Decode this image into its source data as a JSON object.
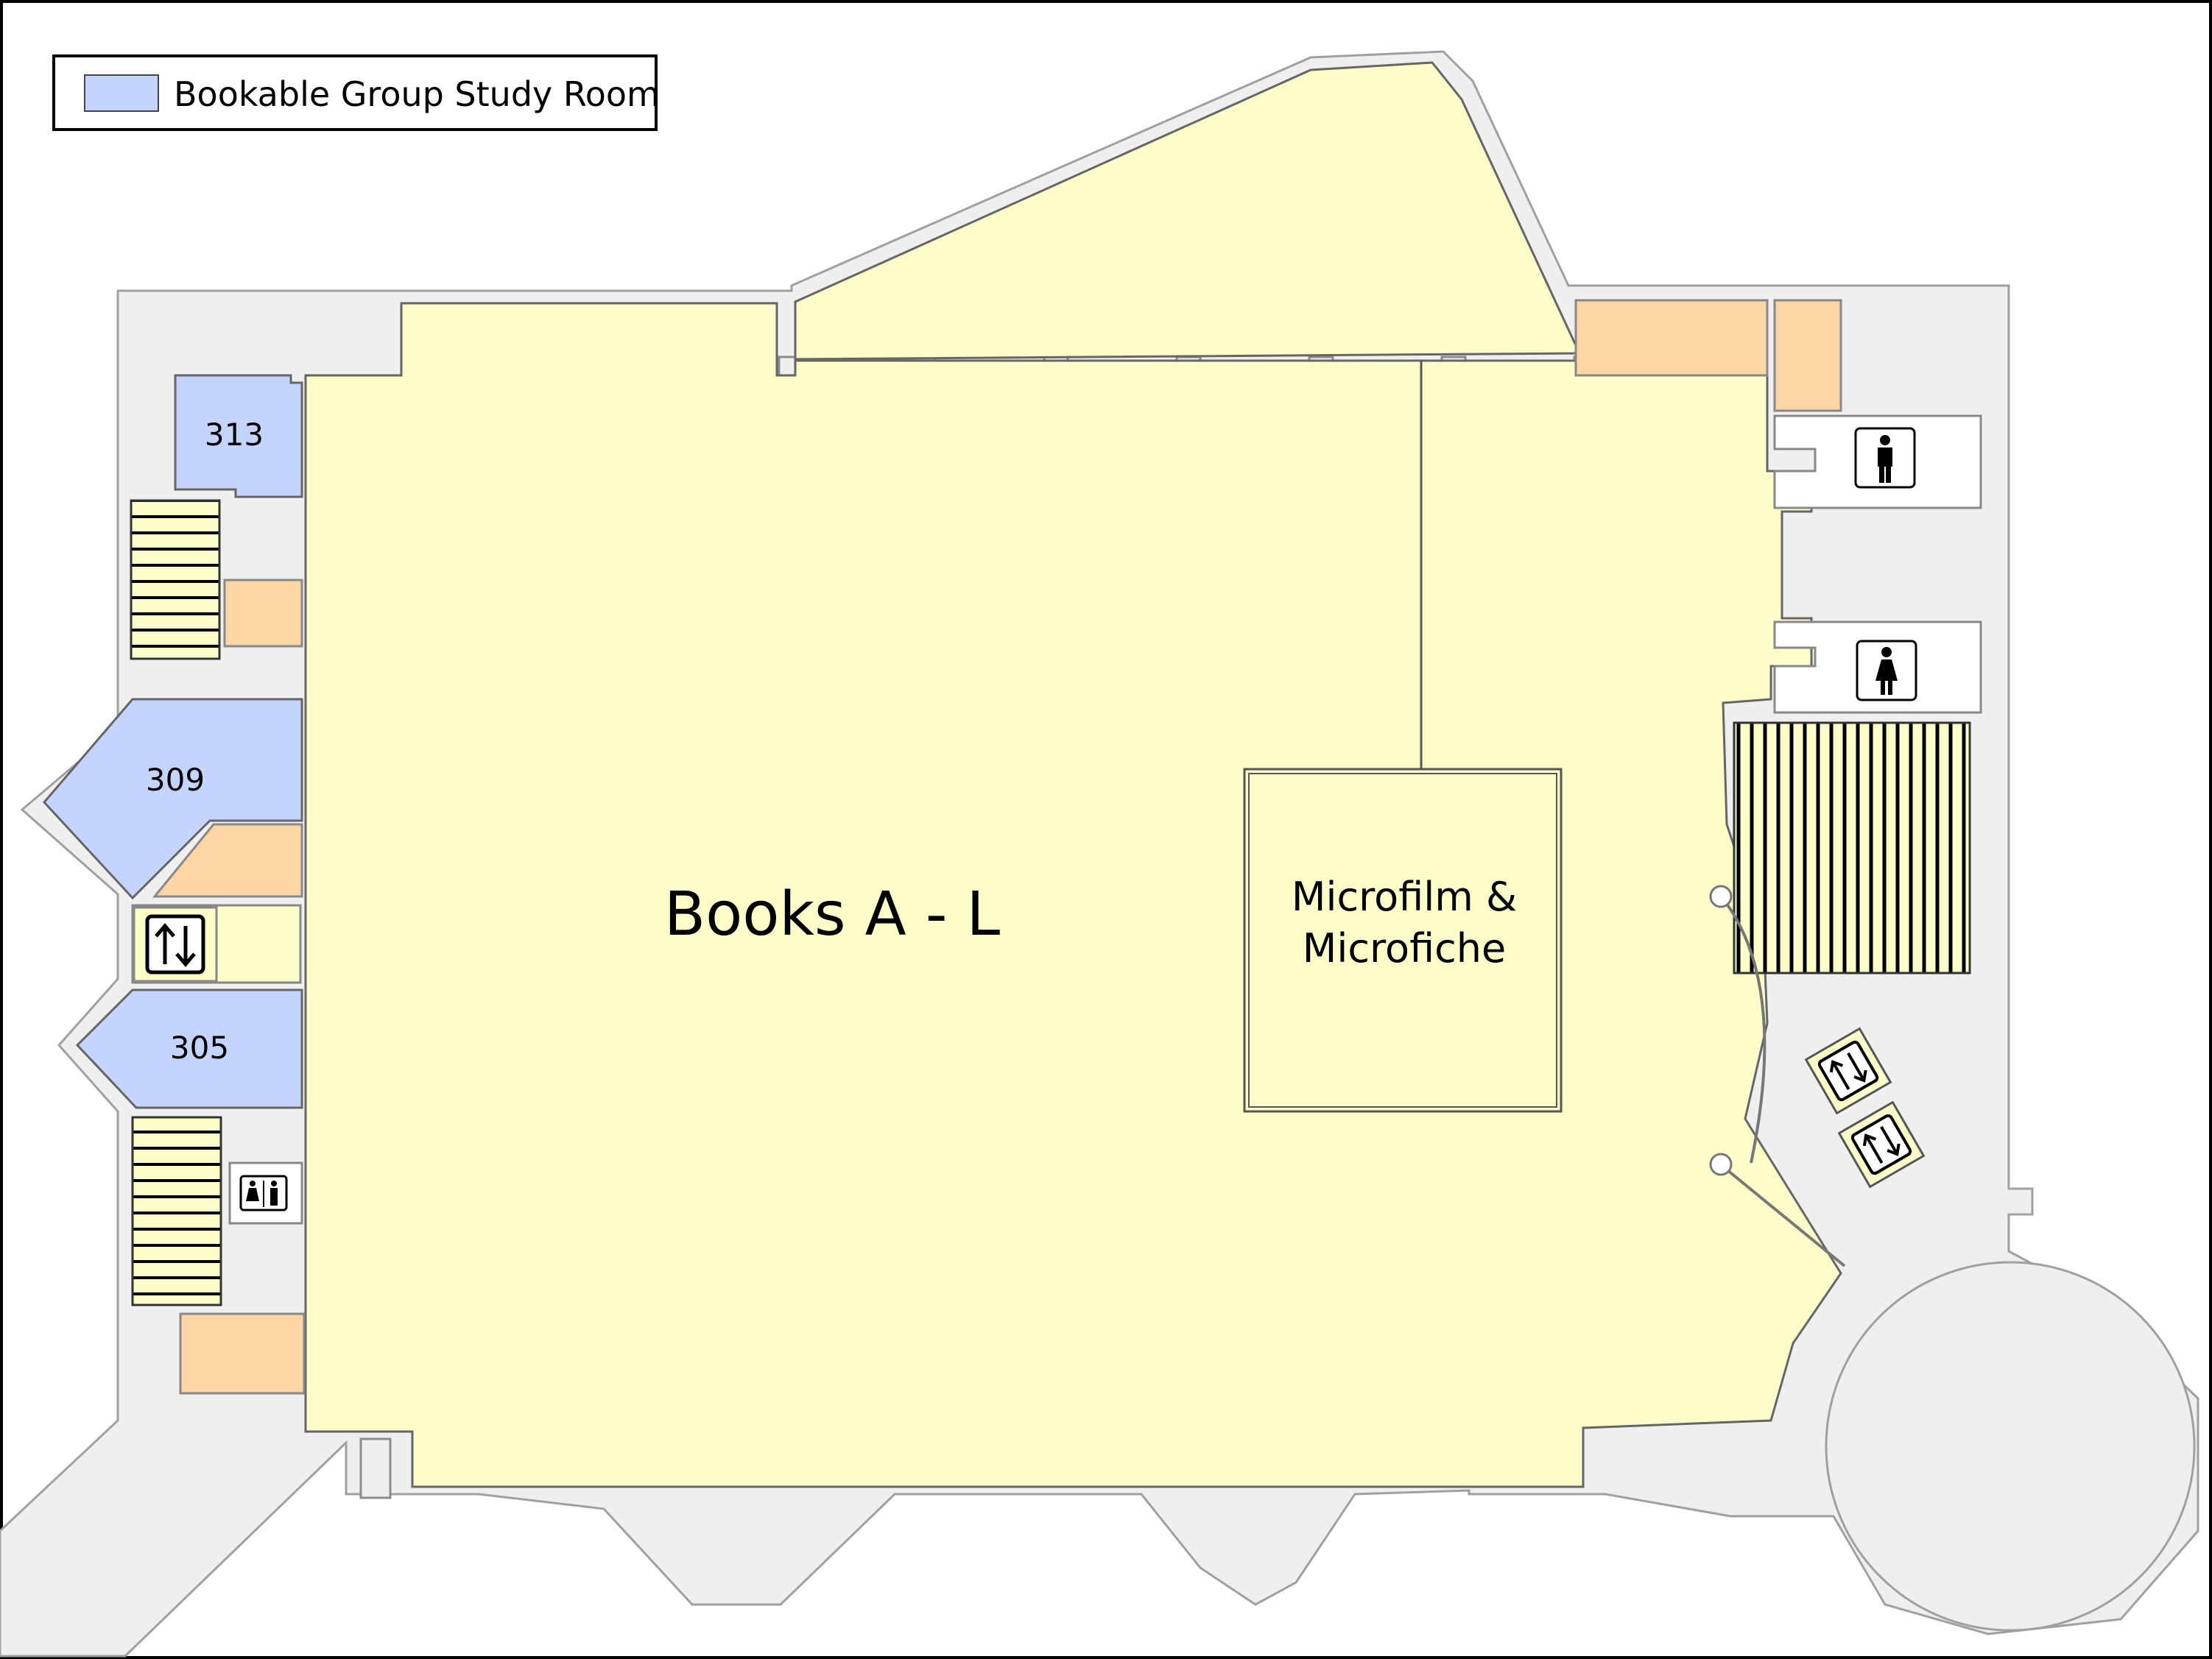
{
  "legend": {
    "label": "Bookable Group Study Room"
  },
  "colors": {
    "study_room": "#c4d4fc",
    "floor": "#fdfdc9",
    "service": "#fcd5a5",
    "corridor": "#f0f0f0",
    "wall": "#8c8c8c",
    "stairs": "#fdfdc9"
  },
  "rooms": {
    "r313": "313",
    "r309": "309",
    "r305": "305"
  },
  "areas": {
    "main": "Books A - L",
    "microfilm_line1": "Microfilm &",
    "microfilm_line2": "Microfiche"
  },
  "icons": [
    "men-restroom-icon",
    "women-restroom-icon",
    "unisex-restroom-icon",
    "elevator-icon"
  ]
}
